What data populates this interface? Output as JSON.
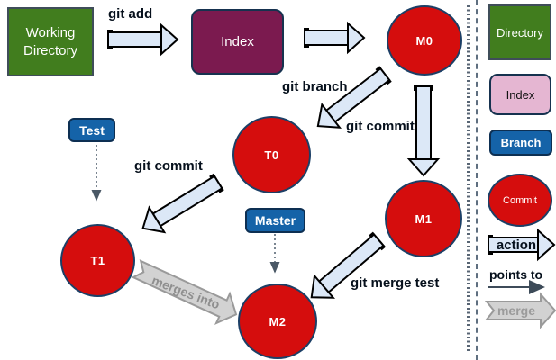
{
  "nodes": {
    "working_directory": "Working Directory",
    "index": "Index",
    "m0": "M0",
    "t0": "T0",
    "m1": "M1",
    "t1": "T1",
    "m2": "M2"
  },
  "branch_tags": {
    "test": "Test",
    "master": "Master"
  },
  "edge_labels": {
    "git_add": "git add",
    "git_branch": "git branch",
    "git_commit_main": "git commit",
    "git_commit_topic": "git commit",
    "git_merge_test": "git merge test",
    "merges_into": "merges into"
  },
  "legend": {
    "directory": "Directory",
    "index": "Index",
    "branch": "Branch",
    "commit": "Commit",
    "action": "action",
    "points_to": "points to",
    "merge": "merge"
  },
  "colors": {
    "directory_green": "#417d1e",
    "index_maroon": "#7b1a4f",
    "index_pink": "#e5b6d2",
    "branch_blue": "#1563a8",
    "commit_red": "#d50d0d",
    "node_border": "#1c3f66",
    "action_arrow_fill": "#dce8f7",
    "merge_arrow_fill": "#d2d2d2",
    "merge_text_gray": "#9b9b9b",
    "background": "#ffffff"
  }
}
